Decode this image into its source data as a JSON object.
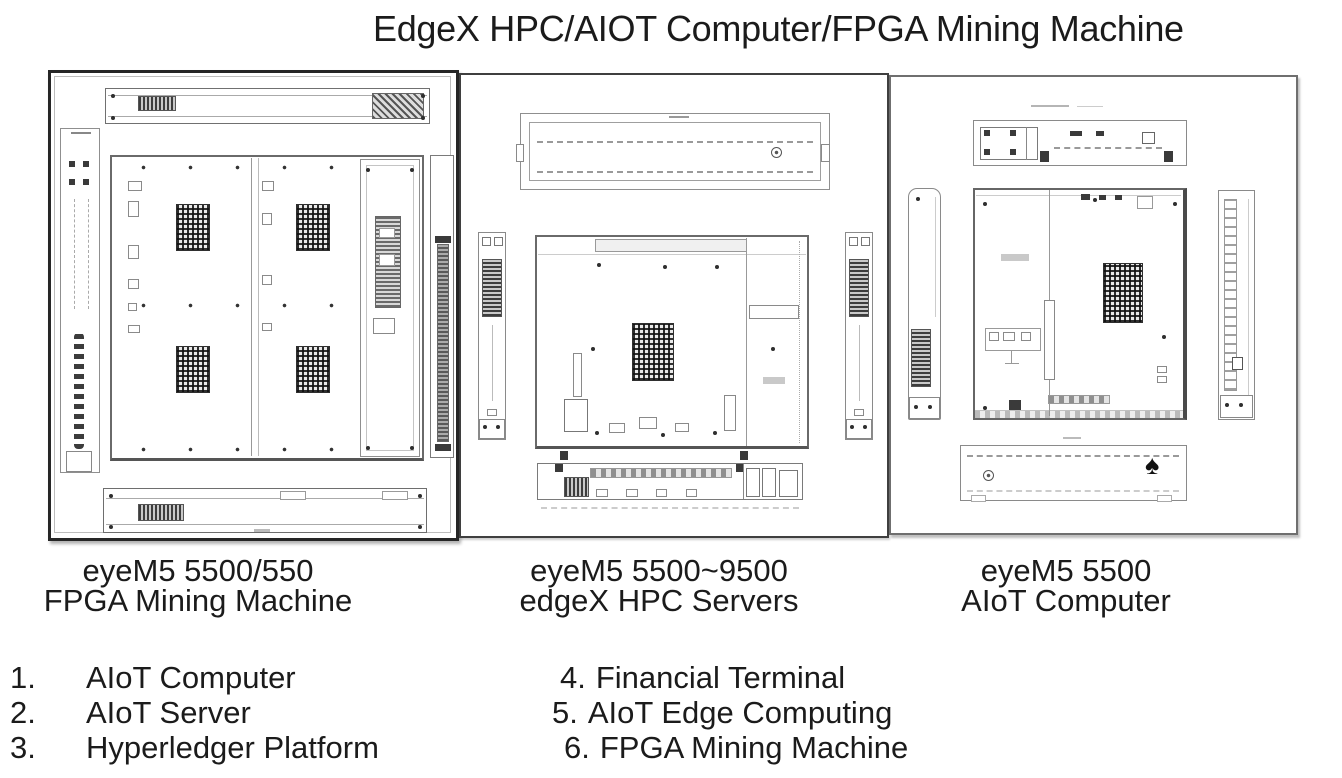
{
  "title": "EdgeX HPC/AIOT Computer/FPGA Mining Machine",
  "panels": [
    {
      "caption_line1": "eyeM5 5500/550",
      "caption_line2": "FPGA Mining Machine"
    },
    {
      "caption_line1": "eyeM5 5500~9500",
      "caption_line2": "edgeX HPC Servers"
    },
    {
      "caption_line1": "eyeM5 5500",
      "caption_line2": "AIoT Computer"
    }
  ],
  "applications": {
    "left_column": [
      {
        "number": "1.",
        "label": "AIoT Computer"
      },
      {
        "number": "2.",
        "label": "AIoT Server"
      },
      {
        "number": "3.",
        "label": "Hyperledger Platform"
      }
    ],
    "right_column": [
      {
        "number": "4.",
        "label": "Financial Terminal"
      },
      {
        "number": "5.",
        "label": "AIoT Edge Computing"
      },
      {
        "number": "6.",
        "label": "FPGA Mining Machine"
      }
    ]
  },
  "icons": {
    "spade": "♠"
  },
  "colors": {
    "text": "#1b1b1b",
    "frame_dark": "#262626",
    "frame_mid": "#3f3f3f",
    "frame_light": "#6f6f6f",
    "line": "#8a8a8a"
  }
}
